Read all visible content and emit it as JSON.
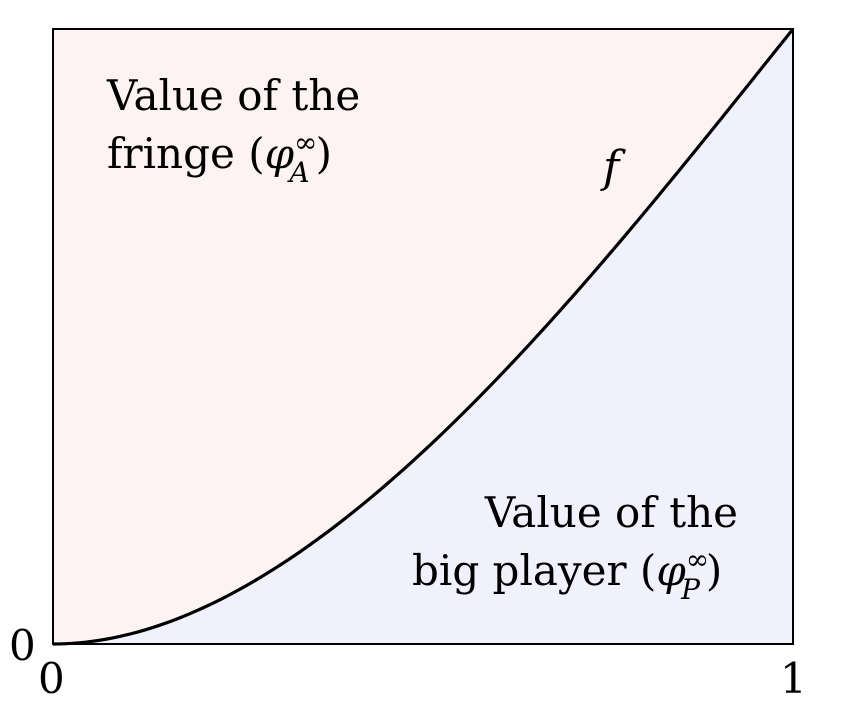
{
  "diagram": {
    "curve_label": "f",
    "regions": {
      "upper": {
        "line1": "Value of the",
        "line2": "fringe (",
        "symbol": "φ",
        "superscript": "∞",
        "subscript": "A",
        "close": ")",
        "color": "#fef3f3"
      },
      "lower": {
        "line1": "Value of the",
        "line2": "big player (",
        "symbol": "φ",
        "superscript": "∞",
        "subscript": "P",
        "close": ")",
        "color": "#f1f1fe"
      }
    },
    "axis": {
      "x_min_label": "0",
      "x_max_label": "1",
      "y_min_label": "0"
    },
    "curve": {
      "x_range": [
        0,
        1
      ],
      "y_range": [
        0,
        1
      ]
    }
  }
}
